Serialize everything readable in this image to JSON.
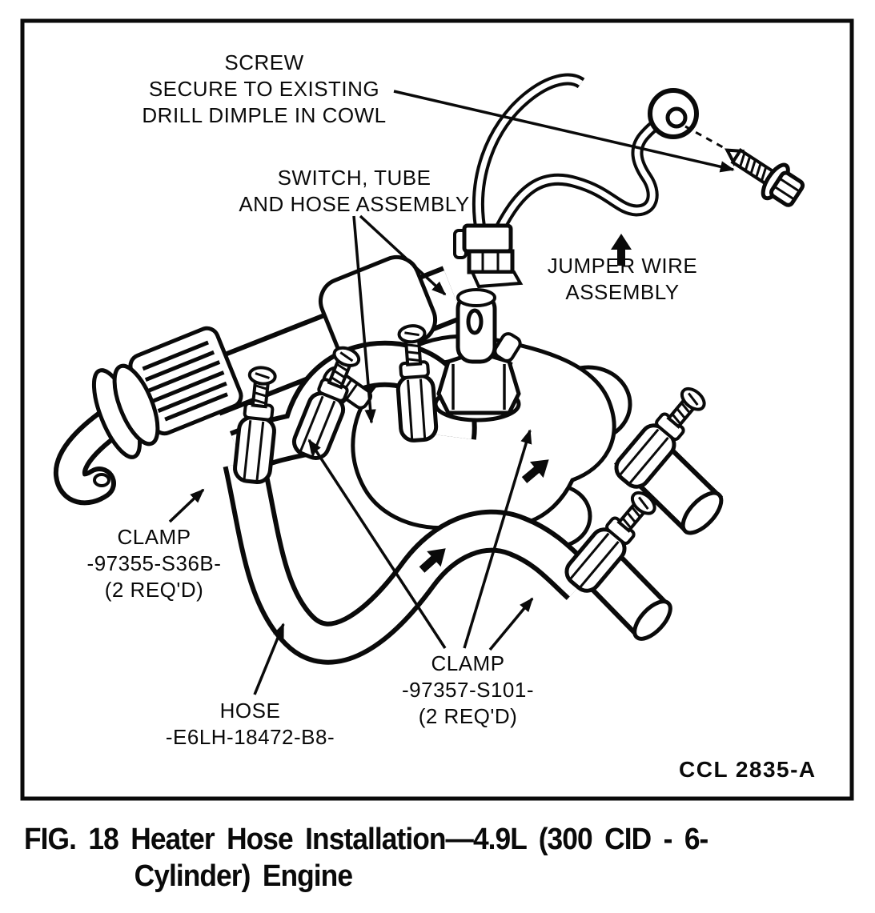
{
  "figure": {
    "code": "CCL 2835-A",
    "caption_line1": "FIG. 18 Heater Hose Installation—4.9L (300 CID - 6-",
    "caption_line2": "Cylinder) Engine"
  },
  "callouts": {
    "screw": {
      "line1": "SCREW",
      "line2": "SECURE TO EXISTING",
      "line3": "DRILL DIMPLE IN COWL"
    },
    "switch_tube": {
      "line1": "SWITCH, TUBE",
      "line2": "AND HOSE ASSEMBLY"
    },
    "jumper_wire": {
      "line1": "JUMPER WIRE",
      "line2": "ASSEMBLY"
    },
    "clamp_97355": {
      "line1": "CLAMP",
      "line2": "-97355-S36B-",
      "line3": "(2 REQ'D)"
    },
    "clamp_97357": {
      "line1": "CLAMP",
      "line2": "-97357-S101-",
      "line3": "(2 REQ'D)"
    },
    "hose": {
      "line1": "HOSE",
      "line2": "-E6LH-18472-B8-"
    }
  },
  "colors": {
    "ink": "#0a0a0a",
    "paper": "#ffffff"
  }
}
